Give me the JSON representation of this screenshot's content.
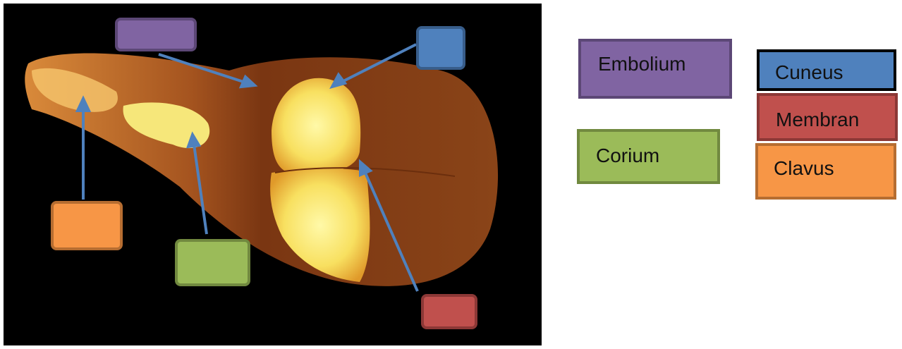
{
  "labels": {
    "embolium": "Embolium",
    "cuneus": "Cuneus",
    "membran": "Membran",
    "corium": "Corium",
    "clavus": "Clavus"
  },
  "colors": {
    "embolium_fill": "#8064a2",
    "embolium_border": "#5c4776",
    "cuneus_fill": "#4f81bd",
    "cuneus_border": "#385d8a",
    "membran_fill": "#c0504d",
    "membran_border": "#8c3836",
    "corium_fill": "#9bbb59",
    "corium_border": "#71893f",
    "clavus_fill": "#f79646",
    "clavus_border": "#b66d31",
    "arrow": "#4f81bd",
    "photo_background": "#000000"
  }
}
